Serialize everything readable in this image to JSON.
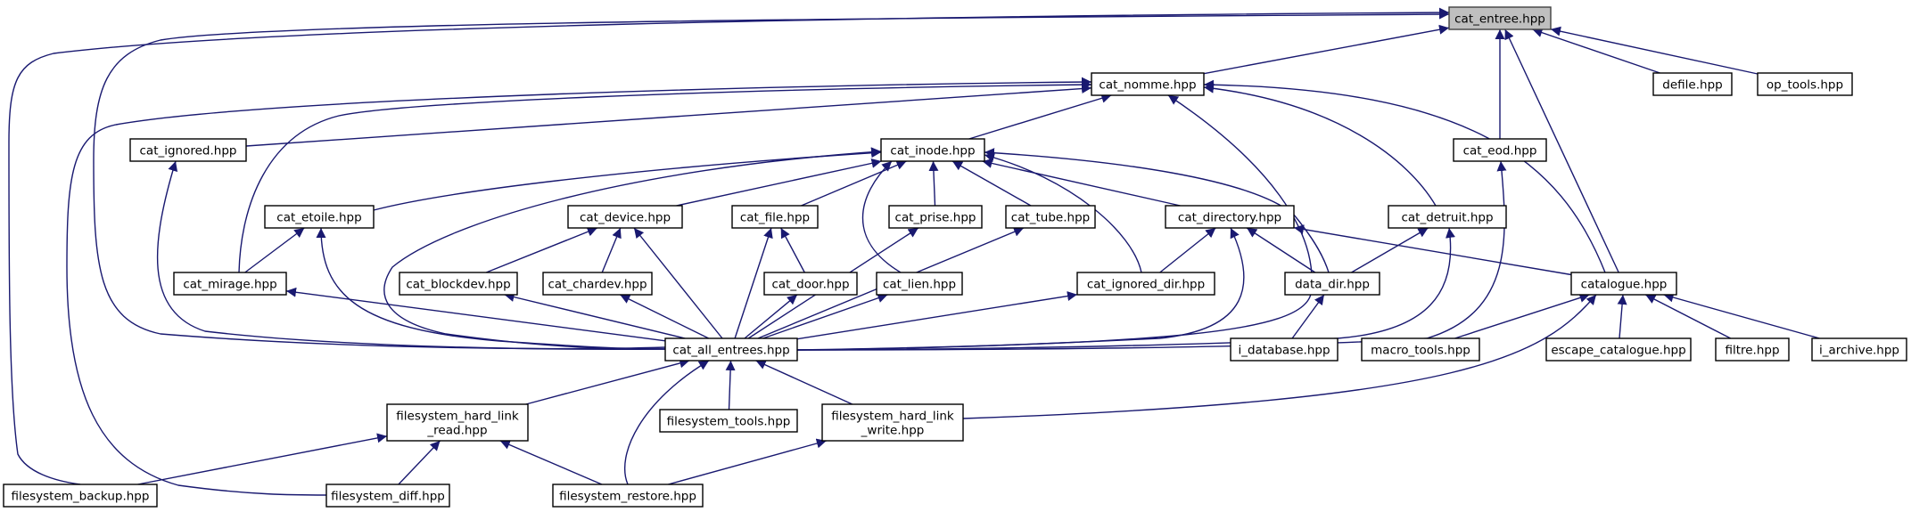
{
  "colors": {
    "edge": "#191970",
    "node_border": "#000000",
    "root_fill": "#bfbfbf",
    "node_fill": "#ffffff"
  },
  "nodes": [
    {
      "id": "cat_entree",
      "label": [
        "cat_entree.hpp"
      ],
      "root": true
    },
    {
      "id": "cat_nomme",
      "label": [
        "cat_nomme.hpp"
      ]
    },
    {
      "id": "defile",
      "label": [
        "defile.hpp"
      ]
    },
    {
      "id": "op_tools",
      "label": [
        "op_tools.hpp"
      ]
    },
    {
      "id": "cat_ignored",
      "label": [
        "cat_ignored.hpp"
      ]
    },
    {
      "id": "cat_inode",
      "label": [
        "cat_inode.hpp"
      ]
    },
    {
      "id": "cat_eod",
      "label": [
        "cat_eod.hpp"
      ]
    },
    {
      "id": "cat_etoile",
      "label": [
        "cat_etoile.hpp"
      ]
    },
    {
      "id": "cat_device",
      "label": [
        "cat_device.hpp"
      ]
    },
    {
      "id": "cat_file",
      "label": [
        "cat_file.hpp"
      ]
    },
    {
      "id": "cat_prise",
      "label": [
        "cat_prise.hpp"
      ]
    },
    {
      "id": "cat_tube",
      "label": [
        "cat_tube.hpp"
      ]
    },
    {
      "id": "cat_directory",
      "label": [
        "cat_directory.hpp"
      ]
    },
    {
      "id": "cat_detruit",
      "label": [
        "cat_detruit.hpp"
      ]
    },
    {
      "id": "cat_mirage",
      "label": [
        "cat_mirage.hpp"
      ]
    },
    {
      "id": "cat_blockdev",
      "label": [
        "cat_blockdev.hpp"
      ]
    },
    {
      "id": "cat_chardev",
      "label": [
        "cat_chardev.hpp"
      ]
    },
    {
      "id": "cat_door",
      "label": [
        "cat_door.hpp"
      ]
    },
    {
      "id": "cat_lien",
      "label": [
        "cat_lien.hpp"
      ]
    },
    {
      "id": "cat_ignored_dir",
      "label": [
        "cat_ignored_dir.hpp"
      ]
    },
    {
      "id": "data_dir",
      "label": [
        "data_dir.hpp"
      ]
    },
    {
      "id": "catalogue",
      "label": [
        "catalogue.hpp"
      ]
    },
    {
      "id": "cat_all_entrees",
      "label": [
        "cat_all_entrees.hpp"
      ]
    },
    {
      "id": "i_database",
      "label": [
        "i_database.hpp"
      ]
    },
    {
      "id": "macro_tools",
      "label": [
        "macro_tools.hpp"
      ]
    },
    {
      "id": "escape_catalogue",
      "label": [
        "escape_catalogue.hpp"
      ]
    },
    {
      "id": "filtre",
      "label": [
        "filtre.hpp"
      ]
    },
    {
      "id": "i_archive",
      "label": [
        "i_archive.hpp"
      ]
    },
    {
      "id": "fs_hl_read",
      "label": [
        "filesystem_hard_link",
        "_read.hpp"
      ]
    },
    {
      "id": "fs_tools",
      "label": [
        "filesystem_tools.hpp"
      ]
    },
    {
      "id": "fs_hl_write",
      "label": [
        "filesystem_hard_link",
        "_write.hpp"
      ]
    },
    {
      "id": "fs_backup",
      "label": [
        "filesystem_backup.hpp"
      ]
    },
    {
      "id": "fs_diff",
      "label": [
        "filesystem_diff.hpp"
      ]
    },
    {
      "id": "fs_restore",
      "label": [
        "filesystem_restore.hpp"
      ]
    }
  ],
  "edges": [
    [
      "cat_entree",
      "cat_nomme"
    ],
    [
      "cat_entree",
      "defile"
    ],
    [
      "cat_entree",
      "op_tools"
    ],
    [
      "cat_entree",
      "cat_eod"
    ],
    [
      "cat_entree",
      "catalogue"
    ],
    [
      "cat_entree",
      "cat_all_entrees"
    ],
    [
      "cat_entree",
      "fs_backup"
    ],
    [
      "cat_nomme",
      "cat_ignored"
    ],
    [
      "cat_nomme",
      "cat_inode"
    ],
    [
      "cat_nomme",
      "cat_mirage"
    ],
    [
      "cat_nomme",
      "cat_detruit"
    ],
    [
      "cat_nomme",
      "catalogue"
    ],
    [
      "cat_nomme",
      "cat_all_entrees"
    ],
    [
      "cat_nomme",
      "fs_diff"
    ],
    [
      "cat_ignored",
      "cat_all_entrees"
    ],
    [
      "cat_inode",
      "cat_etoile"
    ],
    [
      "cat_inode",
      "cat_device"
    ],
    [
      "cat_inode",
      "cat_file"
    ],
    [
      "cat_inode",
      "cat_prise"
    ],
    [
      "cat_inode",
      "cat_tube"
    ],
    [
      "cat_inode",
      "cat_directory"
    ],
    [
      "cat_inode",
      "cat_lien"
    ],
    [
      "cat_inode",
      "cat_ignored_dir"
    ],
    [
      "cat_inode",
      "data_dir"
    ],
    [
      "cat_inode",
      "cat_all_entrees"
    ],
    [
      "cat_eod",
      "cat_all_entrees"
    ],
    [
      "cat_etoile",
      "cat_mirage"
    ],
    [
      "cat_etoile",
      "cat_all_entrees"
    ],
    [
      "cat_device",
      "cat_blockdev"
    ],
    [
      "cat_device",
      "cat_chardev"
    ],
    [
      "cat_device",
      "cat_all_entrees"
    ],
    [
      "cat_file",
      "cat_door"
    ],
    [
      "cat_file",
      "cat_all_entrees"
    ],
    [
      "cat_prise",
      "cat_all_entrees"
    ],
    [
      "cat_tube",
      "cat_all_entrees"
    ],
    [
      "cat_directory",
      "cat_ignored_dir"
    ],
    [
      "cat_directory",
      "data_dir"
    ],
    [
      "cat_directory",
      "catalogue"
    ],
    [
      "cat_directory",
      "cat_all_entrees"
    ],
    [
      "cat_detruit",
      "data_dir"
    ],
    [
      "cat_detruit",
      "cat_all_entrees"
    ],
    [
      "cat_mirage",
      "cat_all_entrees"
    ],
    [
      "cat_blockdev",
      "cat_all_entrees"
    ],
    [
      "cat_chardev",
      "cat_all_entrees"
    ],
    [
      "cat_door",
      "cat_all_entrees"
    ],
    [
      "cat_lien",
      "cat_all_entrees"
    ],
    [
      "cat_ignored_dir",
      "cat_all_entrees"
    ],
    [
      "data_dir",
      "i_database"
    ],
    [
      "catalogue",
      "macro_tools"
    ],
    [
      "catalogue",
      "escape_catalogue"
    ],
    [
      "catalogue",
      "filtre"
    ],
    [
      "catalogue",
      "i_archive"
    ],
    [
      "catalogue",
      "fs_hl_write"
    ],
    [
      "cat_all_entrees",
      "fs_hl_read"
    ],
    [
      "cat_all_entrees",
      "fs_tools"
    ],
    [
      "cat_all_entrees",
      "fs_hl_write"
    ],
    [
      "cat_all_entrees",
      "fs_restore"
    ],
    [
      "fs_hl_read",
      "fs_backup"
    ],
    [
      "fs_hl_read",
      "fs_diff"
    ],
    [
      "fs_hl_read",
      "fs_restore"
    ],
    [
      "fs_hl_write",
      "fs_restore"
    ]
  ]
}
